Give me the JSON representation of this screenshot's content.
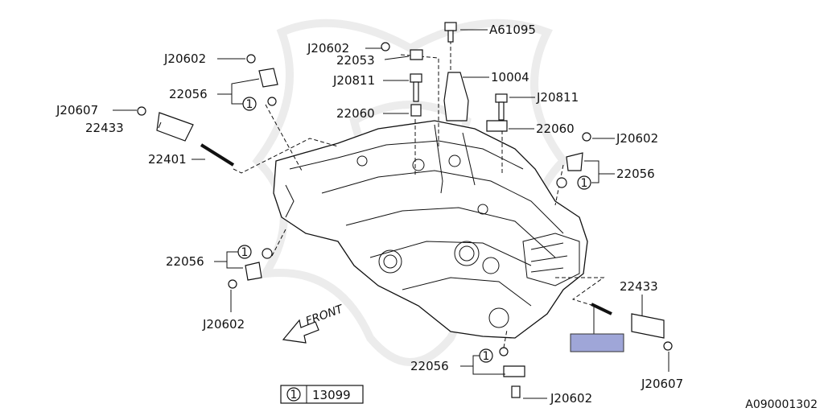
{
  "labels": {
    "A61095": "A61095",
    "J20602_top": "J20602",
    "22053": "22053",
    "J20811_top": "J20811",
    "10004": "10004",
    "22060_left": "22060",
    "J20811_right": "J20811",
    "22060_right": "22060",
    "J20602_left": "J20602",
    "22056_left": "22056",
    "J20607_left": "J20607",
    "22433_left": "22433",
    "22401": "22401",
    "J20602_right": "J20602",
    "22056_right": "22056",
    "22056_midleft": "22056",
    "J20602_lowleft": "J20602",
    "22433_right": "22433",
    "J20607_right": "J20607",
    "22056_bottom": "22056",
    "J20602_bottom": "J20602",
    "front": "FRONT"
  },
  "circled_ref": "1",
  "legend": {
    "symbol": "1",
    "part": "13099"
  },
  "diagram_code": "A090001302",
  "highlight_color": "#9fa6d8"
}
